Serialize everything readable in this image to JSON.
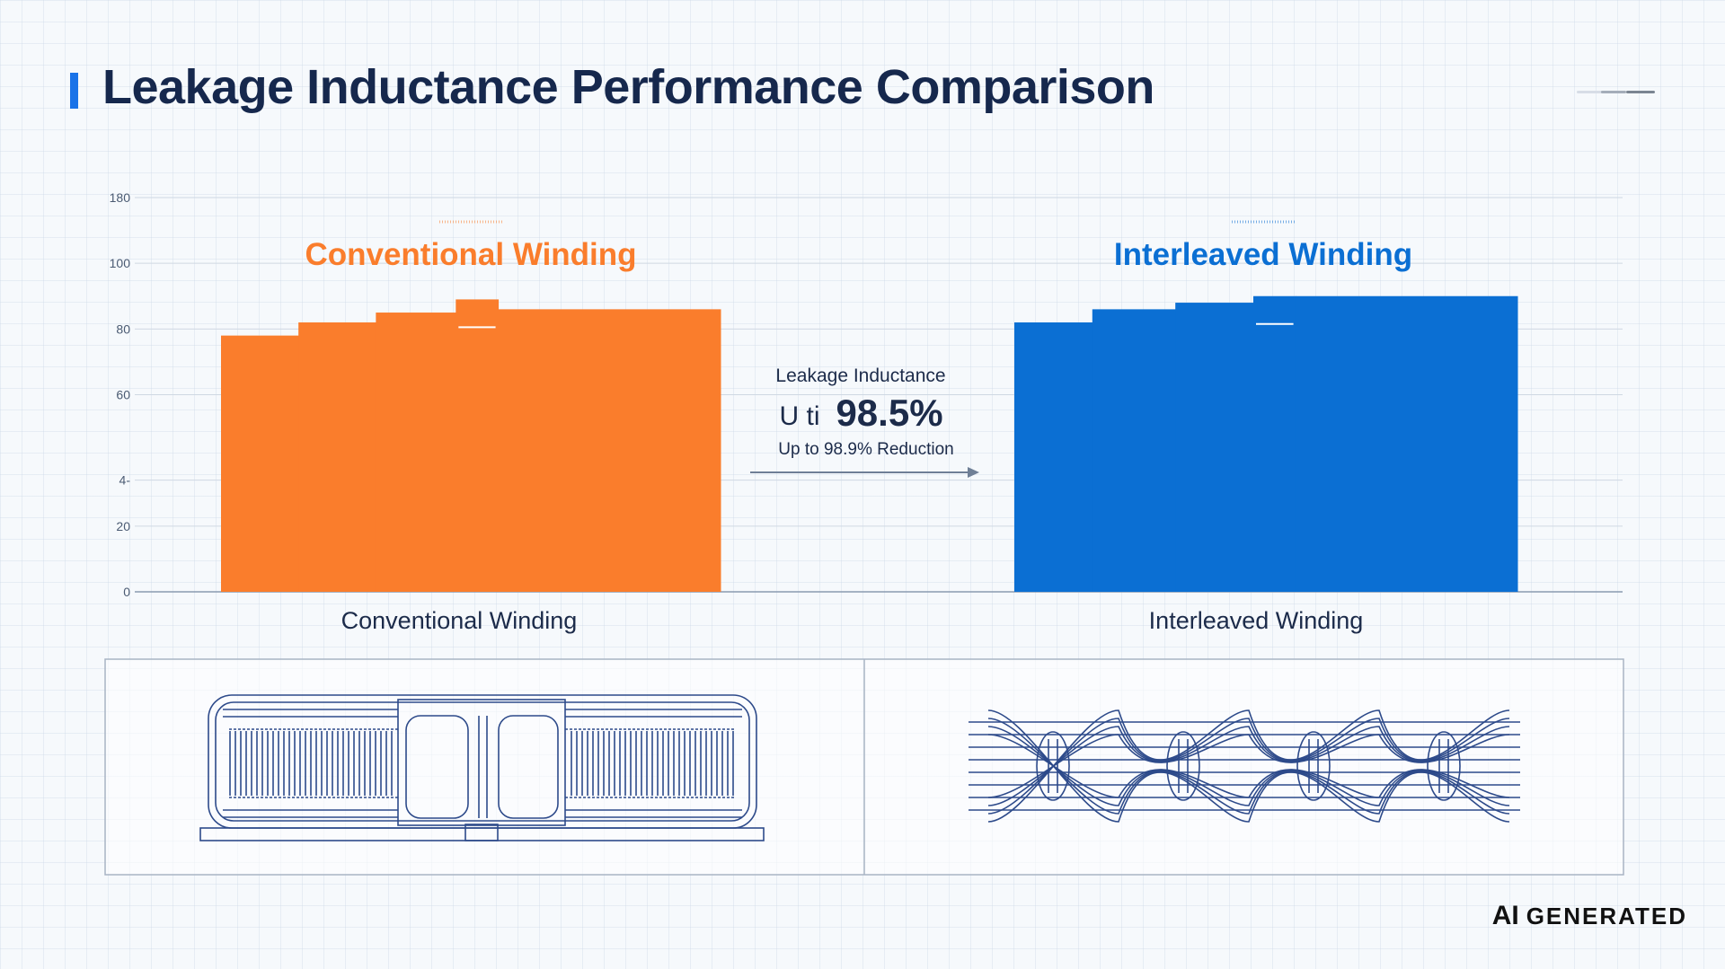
{
  "title": "Leakage Inductance Performance Comparison",
  "badge": {
    "ai": "AI",
    "text": "GENERATED"
  },
  "annotation": {
    "label": "Leakage Inductance",
    "prefix": "U ti",
    "value": "98.5%",
    "sub": "Up to 98.9% Reduction"
  },
  "colors": {
    "conventional": "#fa7d2c",
    "interleaved": "#0b6fd3",
    "grid": "#cfd8e3",
    "axis": "#8a9ab0"
  },
  "chart_data": {
    "type": "bar",
    "categories": [
      "Conventional Winding",
      "Interleaved Winding"
    ],
    "series_labels": [
      "Conventional Winding",
      "Interleaved Winding"
    ],
    "y_ticks": [
      "0",
      "20",
      "4-",
      "60",
      "80",
      "100",
      "180"
    ],
    "y_tick_values": [
      0,
      20,
      34,
      60,
      80,
      100,
      120
    ],
    "ylim": [
      0,
      120
    ],
    "values": [
      92,
      96
    ],
    "bar_profiles": [
      [
        {
          "from": 0.0,
          "to": 0.155,
          "value": 78
        },
        {
          "from": 0.155,
          "to": 0.31,
          "value": 82
        },
        {
          "from": 0.31,
          "to": 0.47,
          "value": 85
        },
        {
          "from": 0.47,
          "to": 0.555,
          "value": 89
        },
        {
          "from": 0.555,
          "to": 1.0,
          "value": 86
        }
      ],
      [
        {
          "from": 0.0,
          "to": 0.155,
          "value": 82
        },
        {
          "from": 0.155,
          "to": 0.32,
          "value": 86
        },
        {
          "from": 0.32,
          "to": 0.475,
          "value": 88
        },
        {
          "from": 0.475,
          "to": 0.56,
          "value": 90
        },
        {
          "from": 0.56,
          "to": 1.0,
          "value": 90
        }
      ]
    ],
    "grid": true,
    "legend": "none"
  }
}
